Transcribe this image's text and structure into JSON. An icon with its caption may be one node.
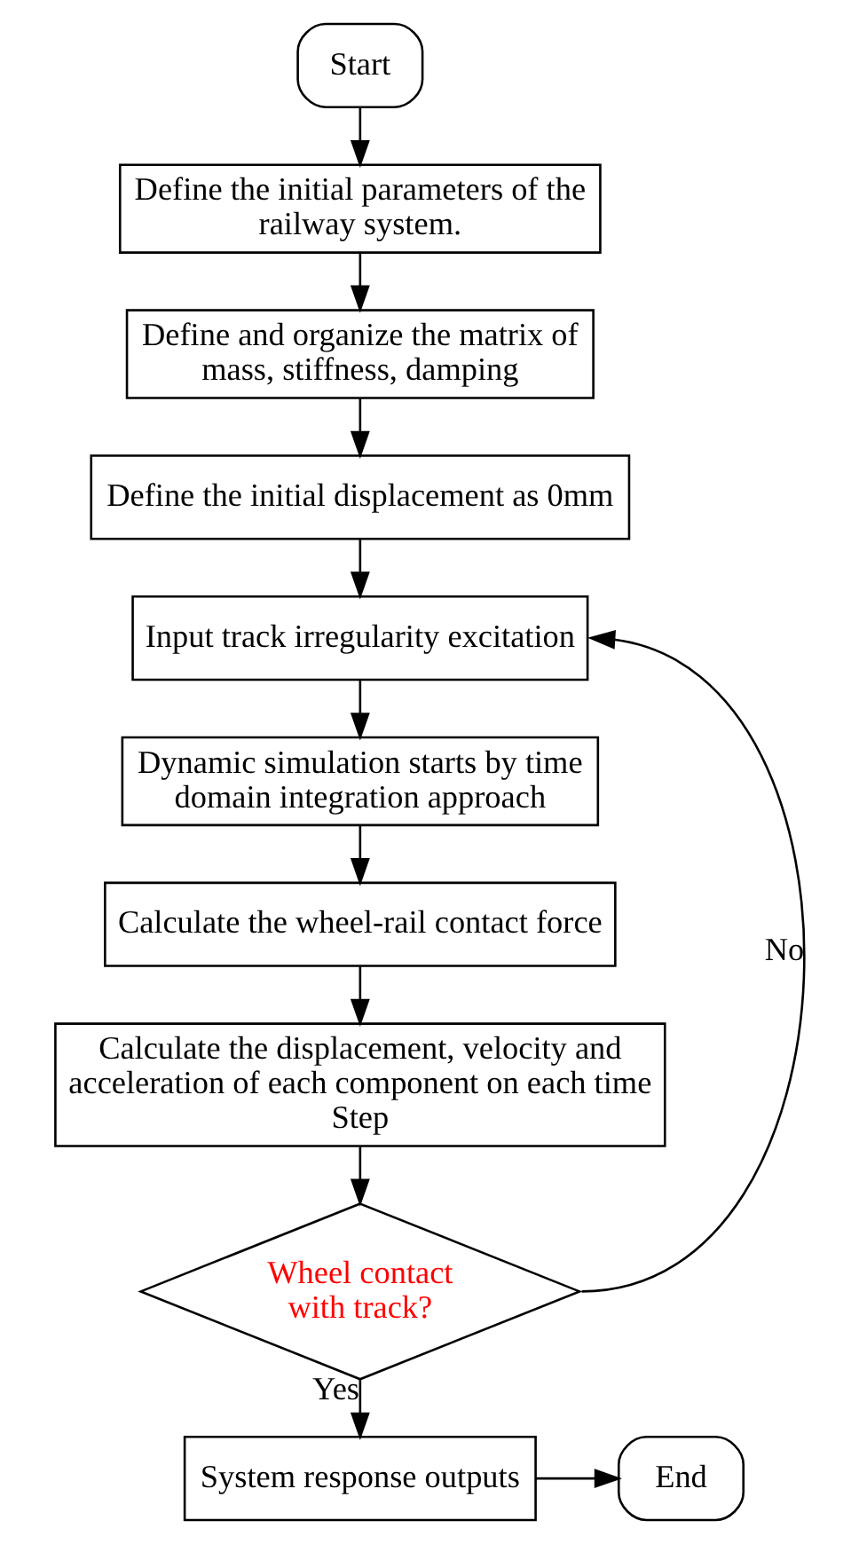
{
  "diagram": {
    "nodes": [
      {
        "text": [
          "Start"
        ]
      },
      {
        "text": [
          "Define the initial parameters of the railway system."
        ]
      },
      {
        "text": [
          "Define and organize the matrix of mass, stiffness, damping"
        ]
      },
      {
        "text": [
          "Define the initial displacement as 0mm"
        ]
      },
      {
        "text": [
          "Input track irregularity excitation"
        ]
      },
      {
        "text": [
          "Dynamic simulation starts by time domain integration approach"
        ]
      },
      {
        "text": [
          "Calculate the wheel-rail contact force"
        ]
      },
      {
        "text": [
          "Calculate the displacement, velocity and acceleration of each component on each time Step"
        ]
      },
      {
        "text": [
          "Wheel contact with track?"
        ]
      },
      {
        "text": [
          "System response outputs"
        ]
      },
      {
        "text": [
          "End"
        ]
      }
    ],
    "edges": [
      {
        "from": 0,
        "to": 1,
        "arrow": "to"
      },
      {
        "from": 1,
        "to": 2,
        "arrow": "to"
      },
      {
        "from": 2,
        "to": 3,
        "arrow": "to"
      },
      {
        "from": 3,
        "to": 4,
        "arrow": "to"
      },
      {
        "from": 4,
        "to": 5,
        "arrow": "to"
      },
      {
        "from": 5,
        "to": 6,
        "arrow": "to"
      },
      {
        "from": 6,
        "to": 7,
        "arrow": "to"
      },
      {
        "from": 7,
        "to": 8,
        "arrow": "to"
      },
      {
        "from": 8,
        "to": 9,
        "label": "Yes",
        "arrow": "to"
      },
      {
        "from": 9,
        "to": 10,
        "arrow": "to"
      },
      {
        "from": 8,
        "to": 4,
        "label": "No",
        "arrow": "to"
      }
    ]
  }
}
